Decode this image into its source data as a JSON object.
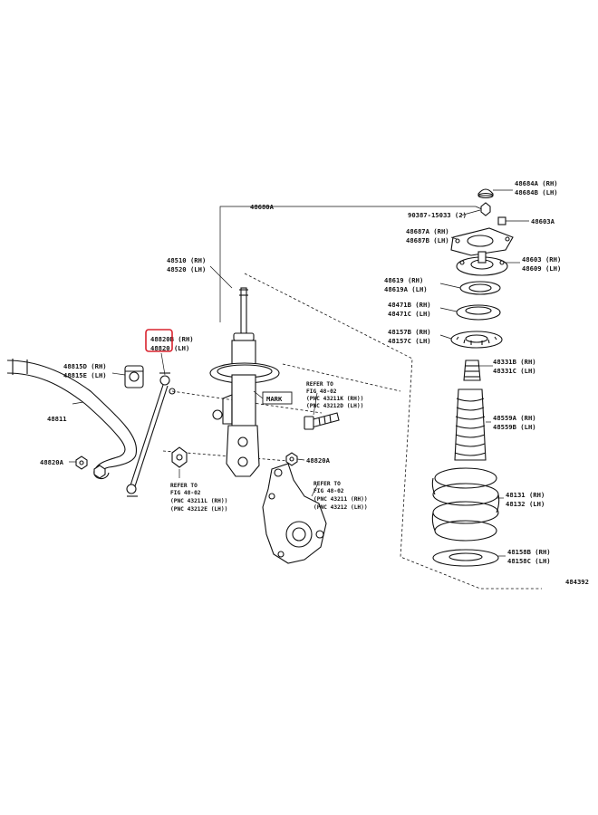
{
  "labels": {
    "p48684": [
      "48684A (RH)",
      "48684B (LH)"
    ],
    "p90387": "90387-15033 (2)",
    "p48603A": "48603A",
    "p48680A": "48680A",
    "p48687": [
      "48687A (RH)",
      "48687B (LH)"
    ],
    "p48603": [
      "48603 (RH)",
      "48609 (LH)"
    ],
    "p48510": [
      "48510 (RH)",
      "48520 (LH)"
    ],
    "p48619": [
      "48619 (RH)",
      "48619A (LH)"
    ],
    "p48471": [
      "48471B (RH)",
      "48471C (LH)"
    ],
    "p48820": [
      "48820B (RH)",
      "48820 (LH)"
    ],
    "p48157": [
      "48157B (RH)",
      "48157C (LH)"
    ],
    "p48815": [
      "48815D (RH)",
      "48815E (LH)"
    ],
    "p48331": [
      "48331B (RH)",
      "48331C (LH)"
    ],
    "mark": "MARK",
    "p48811": "48811",
    "p48559": [
      "48559A (RH)",
      "48559B (LH)"
    ],
    "p48820A_left": "48820A",
    "p48820A_right": "48820A",
    "p48131": [
      "48131 (RH)",
      "48132 (LH)"
    ],
    "p48158": [
      "48158B (RH)",
      "48158C (LH)"
    ],
    "ref_strut": [
      "REFER TO",
      "FIG 48-02",
      "(PNC 43211K (RH))",
      "(PNC 43212D (LH))"
    ],
    "ref_nut": [
      "REFER TO",
      "FIG 48-02",
      "(PNC 43211L (RH))",
      "(PNC 43212E (LH))"
    ],
    "ref_knuckle": [
      "REFER TO",
      "FIG 48-02",
      "(PNC 43211 (RH))",
      "(PNC 43212 (LH))"
    ],
    "figure_id": "484392"
  },
  "highlight_color": "#d9232e"
}
